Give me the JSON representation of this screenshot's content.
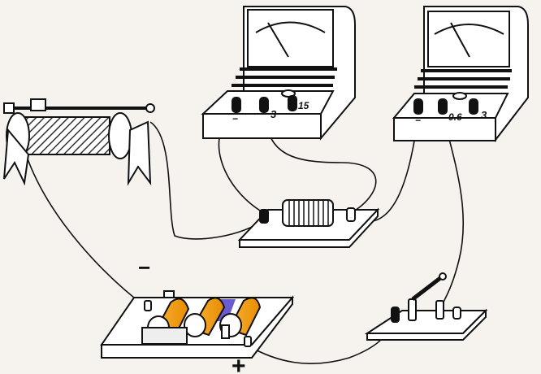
{
  "voltmeter": {
    "terminals": [
      "−",
      "3",
      "15"
    ]
  },
  "ammeter": {
    "terminals": [
      "−",
      "0.6",
      "3"
    ]
  },
  "battery": {
    "negative_label": "−",
    "positive_label": "+"
  },
  "colors": {
    "cell": "#f5a016",
    "line": "#111111",
    "background": "#f6f3ef",
    "hatch": "#333333"
  }
}
